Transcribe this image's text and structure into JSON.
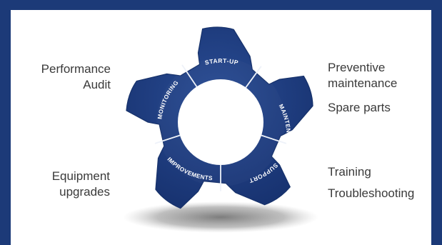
{
  "diagram": {
    "segments": [
      {
        "label": "START-UP"
      },
      {
        "label": "MAINTENANCE"
      },
      {
        "label": "SUPPORT"
      },
      {
        "label": "IMPROVEMENTS"
      },
      {
        "label": "MONITORING"
      }
    ],
    "colors": {
      "frame": "#1c3a78",
      "gear": "#1f3d7f",
      "gear_edge": "#16316a",
      "divider": "#eef2f9",
      "panel": "#ffffff",
      "text": "#3a3a3a",
      "shadow": "#666666"
    }
  },
  "labels": {
    "performance": "Performance",
    "audit": "Audit",
    "preventive": "Preventive",
    "maintenance": "maintenance",
    "spare_parts": "Spare parts",
    "equipment": "Equipment",
    "upgrades": "upgrades",
    "training": "Training",
    "troubleshooting": "Troubleshooting"
  }
}
